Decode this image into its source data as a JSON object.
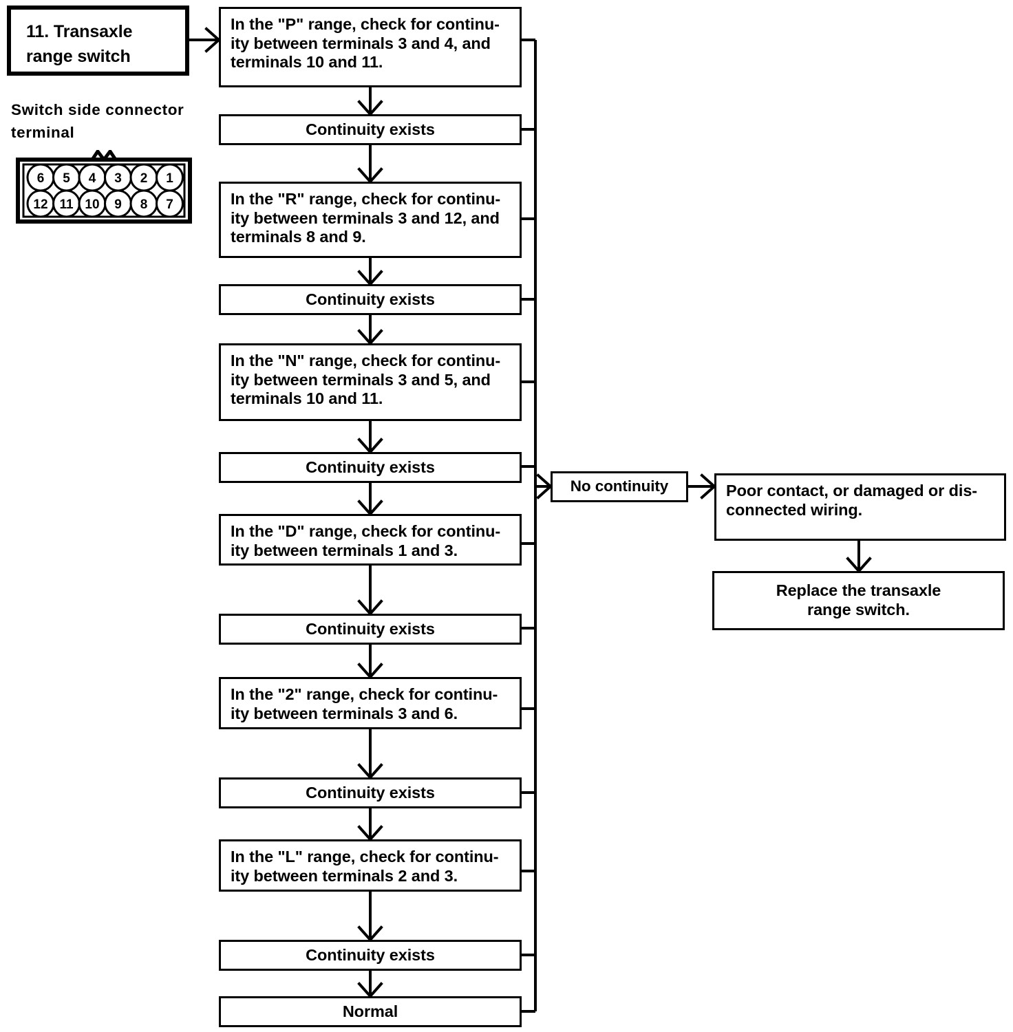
{
  "title_box": {
    "label": "11.  Transaxle\n      range switch"
  },
  "connector_caption": {
    "label": "Switch  side  connector\nterminal"
  },
  "connector": {
    "top_row": [
      "6",
      "5",
      "4",
      "3",
      "2",
      "1"
    ],
    "bottom_row": [
      "12",
      "11",
      "10",
      "9",
      "8",
      "7"
    ]
  },
  "flow": {
    "steps": [
      {
        "label": "In the \"P\" range, check for continu-\nity between terminals 3 and 4, and\nterminals 10 and 11."
      },
      {
        "label": "Continuity exists"
      },
      {
        "label": "In the \"R\" range, check for continu-\nity between terminals 3 and 12, and\nterminals 8 and 9."
      },
      {
        "label": "Continuity exists"
      },
      {
        "label": "In the \"N\" range, check for continu-\nity between terminals 3 and 5, and\nterminals 10 and 11."
      },
      {
        "label": "Continuity exists"
      },
      {
        "label": "In the \"D\" range, check for continu-\nity between terminals 1 and 3."
      },
      {
        "label": "Continuity exists"
      },
      {
        "label": "In the \"2\" range, check for continu-\nity between terminals 3 and 6."
      },
      {
        "label": "Continuity exists"
      },
      {
        "label": "In the \"L\" range, check for continu-\nity between terminals 2 and 3."
      },
      {
        "label": "Continuity exists"
      },
      {
        "label": "Normal"
      }
    ]
  },
  "fail_branch": {
    "no_continuity": "No continuity",
    "cause": "Poor contact, or damaged or dis-\nconnected wiring.",
    "remedy": "Replace  the  transaxle\nrange switch."
  },
  "colors": {
    "ink": "#000000",
    "paper": "#ffffff"
  }
}
